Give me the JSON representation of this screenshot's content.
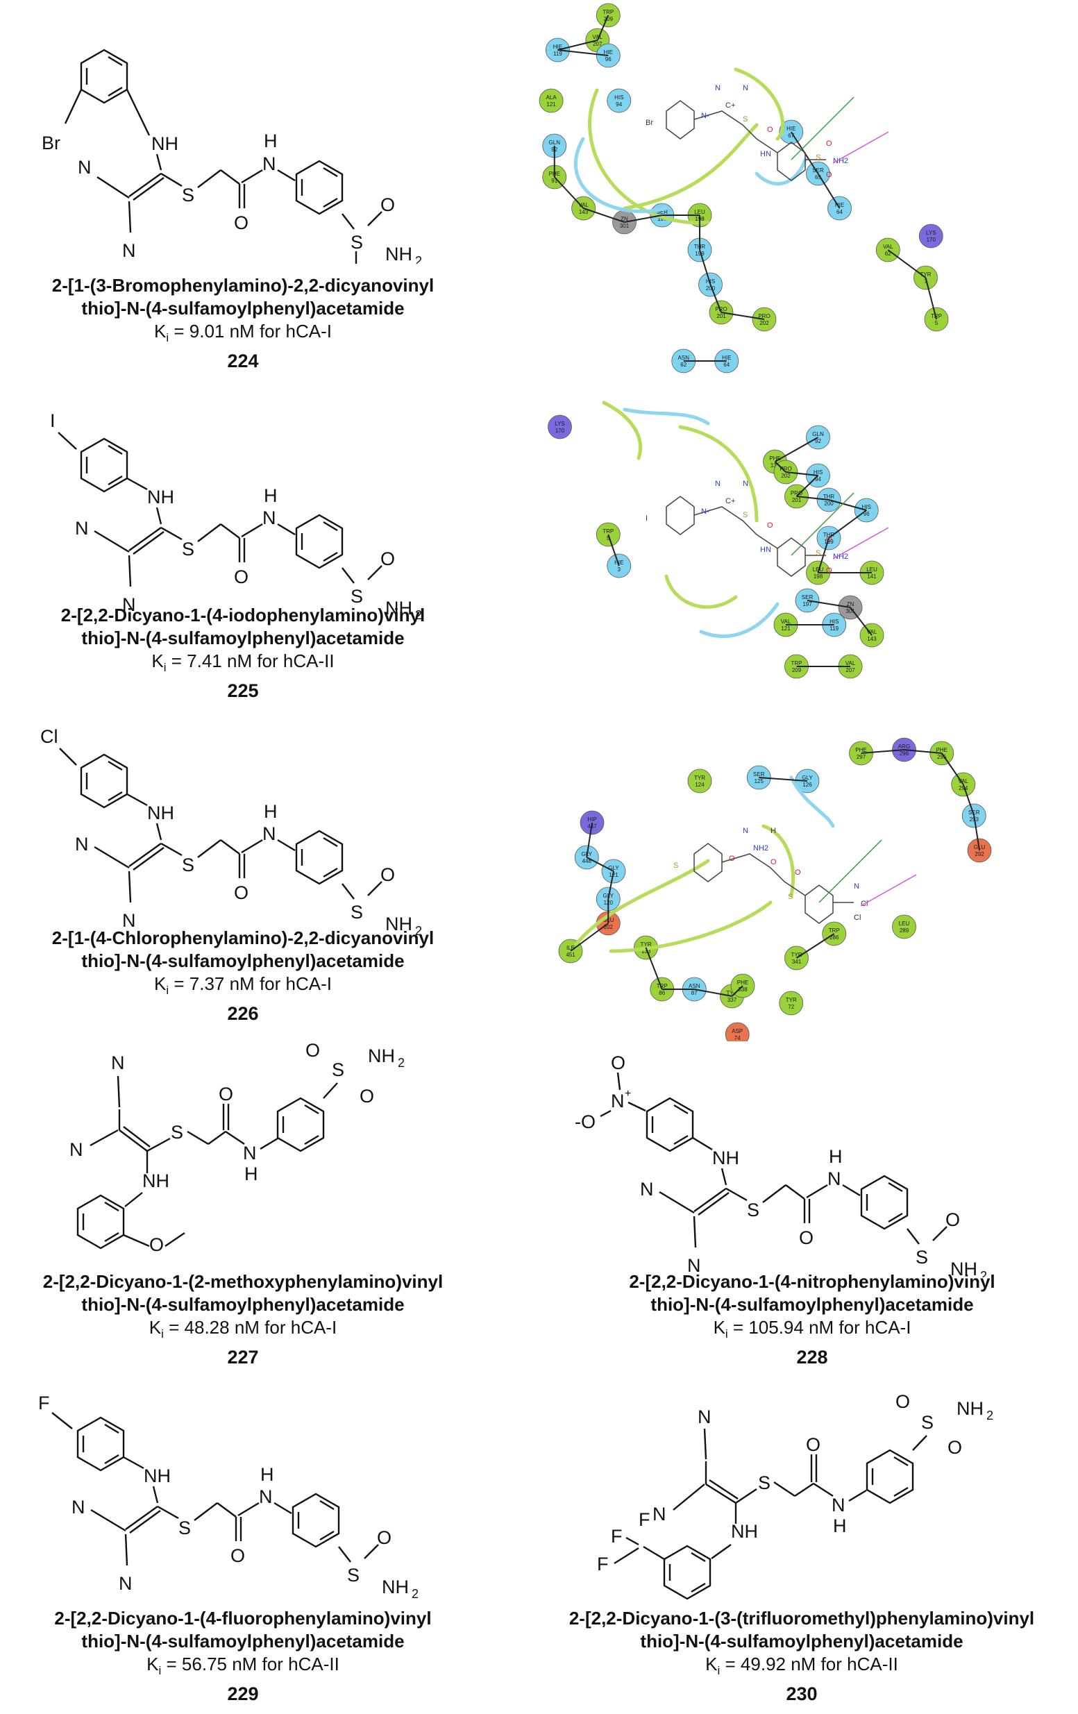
{
  "compounds": [
    {
      "id": "224",
      "name_line1": "2-[1-(3-Bromophenylamino)-2,2-dicyanovinyl",
      "name_line2": "thio]-N-(4-sulfamoylphenyl)acetamide",
      "ki_prefix": "K",
      "ki_sub": "i",
      "ki_value": " = 9.01 nM for hCA-I",
      "substituent": "Br"
    },
    {
      "id": "225",
      "name_line1": "2-[2,2-Dicyano-1-(4-iodophenylamino)vinyl",
      "name_line2": "thio]-N-(4-sulfamoylphenyl)acetamide",
      "ki_prefix": "K",
      "ki_sub": "i",
      "ki_value": " = 7.41 nM for hCA-II",
      "substituent": "I"
    },
    {
      "id": "226",
      "name_line1": "2-[1-(4-Chlorophenylamino)-2,2-dicyanovinyl",
      "name_line2": "thio]-N-(4-sulfamoylphenyl)acetamide",
      "ki_prefix": "K",
      "ki_sub": "i",
      "ki_value": " = 7.37 nM for hCA-I",
      "substituent": "Cl"
    },
    {
      "id": "227",
      "name_line1": "2-[2,2-Dicyano-1-(2-methoxyphenylamino)vinyl",
      "name_line2": "thio]-N-(4-sulfamoylphenyl)acetamide",
      "ki_prefix": "K",
      "ki_sub": "i",
      "ki_value": " = 48.28 nM for hCA-I",
      "substituent": ""
    },
    {
      "id": "228",
      "name_line1": "2-[2,2-Dicyano-1-(4-nitrophenylamino)vinyl",
      "name_line2": "thio]-N-(4-sulfamoylphenyl)acetamide",
      "ki_prefix": "K",
      "ki_sub": "i",
      "ki_value": " = 105.94 nM for hCA-I",
      "substituent": "N"
    },
    {
      "id": "229",
      "name_line1": "2-[2,2-Dicyano-1-(4-fluorophenylamino)vinyl",
      "name_line2": "thio]-N-(4-sulfamoylphenyl)acetamide",
      "ki_prefix": "K",
      "ki_sub": "i",
      "ki_value": " = 56.75 nM for hCA-II",
      "substituent": "F"
    },
    {
      "id": "230",
      "name_line1": "2-[2,2-Dicyano-1-(3-(trifluoromethyl)phenylamino)vinyl",
      "name_line2": "thio]-N-(4-sulfamoylphenyl)acetamide",
      "ki_prefix": "K",
      "ki_sub": "i",
      "ki_value": " = 49.92 nM for hCA-II",
      "substituent": "F"
    }
  ],
  "atoms": {
    "NH": "NH",
    "H": "H",
    "N": "N",
    "S": "S",
    "O": "O",
    "NH2": "NH",
    "two": "2",
    "Br": "Br",
    "I": "I",
    "Cl": "Cl",
    "F": "F",
    "plus": "+",
    "ominus": "-O",
    "methoxy_O": "O"
  },
  "docking": [
    {
      "residues": [
        "TRP 209",
        "VAL 207",
        "HIE 119",
        "HIE 96",
        "ALA 121",
        "HIS 94",
        "GLN 92",
        "PHE 91",
        "VAL 143",
        "ZN 301",
        "SER 197",
        "LEU 198",
        "THR 199",
        "HIS 200",
        "PRO 201",
        "PRO 202",
        "HIE 67",
        "SER 65",
        "HIE 64",
        "VAL 62",
        "TYR 7",
        "TRP 5",
        "LYS 170",
        "ASN 62",
        "HIE 64"
      ],
      "ligand": [
        "N",
        "N",
        "Br",
        "N-",
        "C+",
        "S",
        "O",
        "HN",
        "NH2",
        "O",
        "O",
        "S"
      ]
    },
    {
      "residues": [
        "LYS 170",
        "TRP 5",
        "HIE 3",
        "GLN 92",
        "PHE 131",
        "PRO 202",
        "HIS 94",
        "PRO 201",
        "THR 200",
        "HIS 96",
        "THR 199",
        "LEU 198",
        "LEU 141",
        "SER 197",
        "ZN 301",
        "VAL 143",
        "VAL 121",
        "HIS 119",
        "TRP 209",
        "VAL 207"
      ],
      "ligand": [
        "N",
        "N",
        "I",
        "N-",
        "C+",
        "S",
        "O",
        "HN",
        "NH2",
        "O",
        "O",
        "S"
      ]
    },
    {
      "residues": [
        "PHE 297",
        "ARG 296",
        "PHE 295",
        "VAL 294",
        "SER 293",
        "GLU 292",
        "TYR 124",
        "SER 125",
        "GLY 126",
        "HIP 447",
        "GLY 448",
        "GLY 121",
        "GLY 120",
        "GLU 202",
        "ILE 451",
        "TYR 133",
        "TRP 86",
        "ASN 87",
        "TYR 337",
        "PHE 338",
        "TYR 341",
        "TRP 286",
        "LEU 289",
        "TYR 72",
        "ASP 74"
      ],
      "ligand": [
        "N",
        "H",
        "S",
        "O",
        "NH2",
        "O",
        "O",
        "S",
        "Cl",
        "N",
        "Cl"
      ]
    }
  ],
  "colors": {
    "hydrophobic": "#9bd23a",
    "polar": "#7fd3ee",
    "negative": "#e8734f",
    "positive": "#7a6bdc",
    "metal": "#9a9a9a",
    "hbond": "#d94fd9",
    "pipi": "#3a9a3a",
    "cation": "#e06060"
  }
}
